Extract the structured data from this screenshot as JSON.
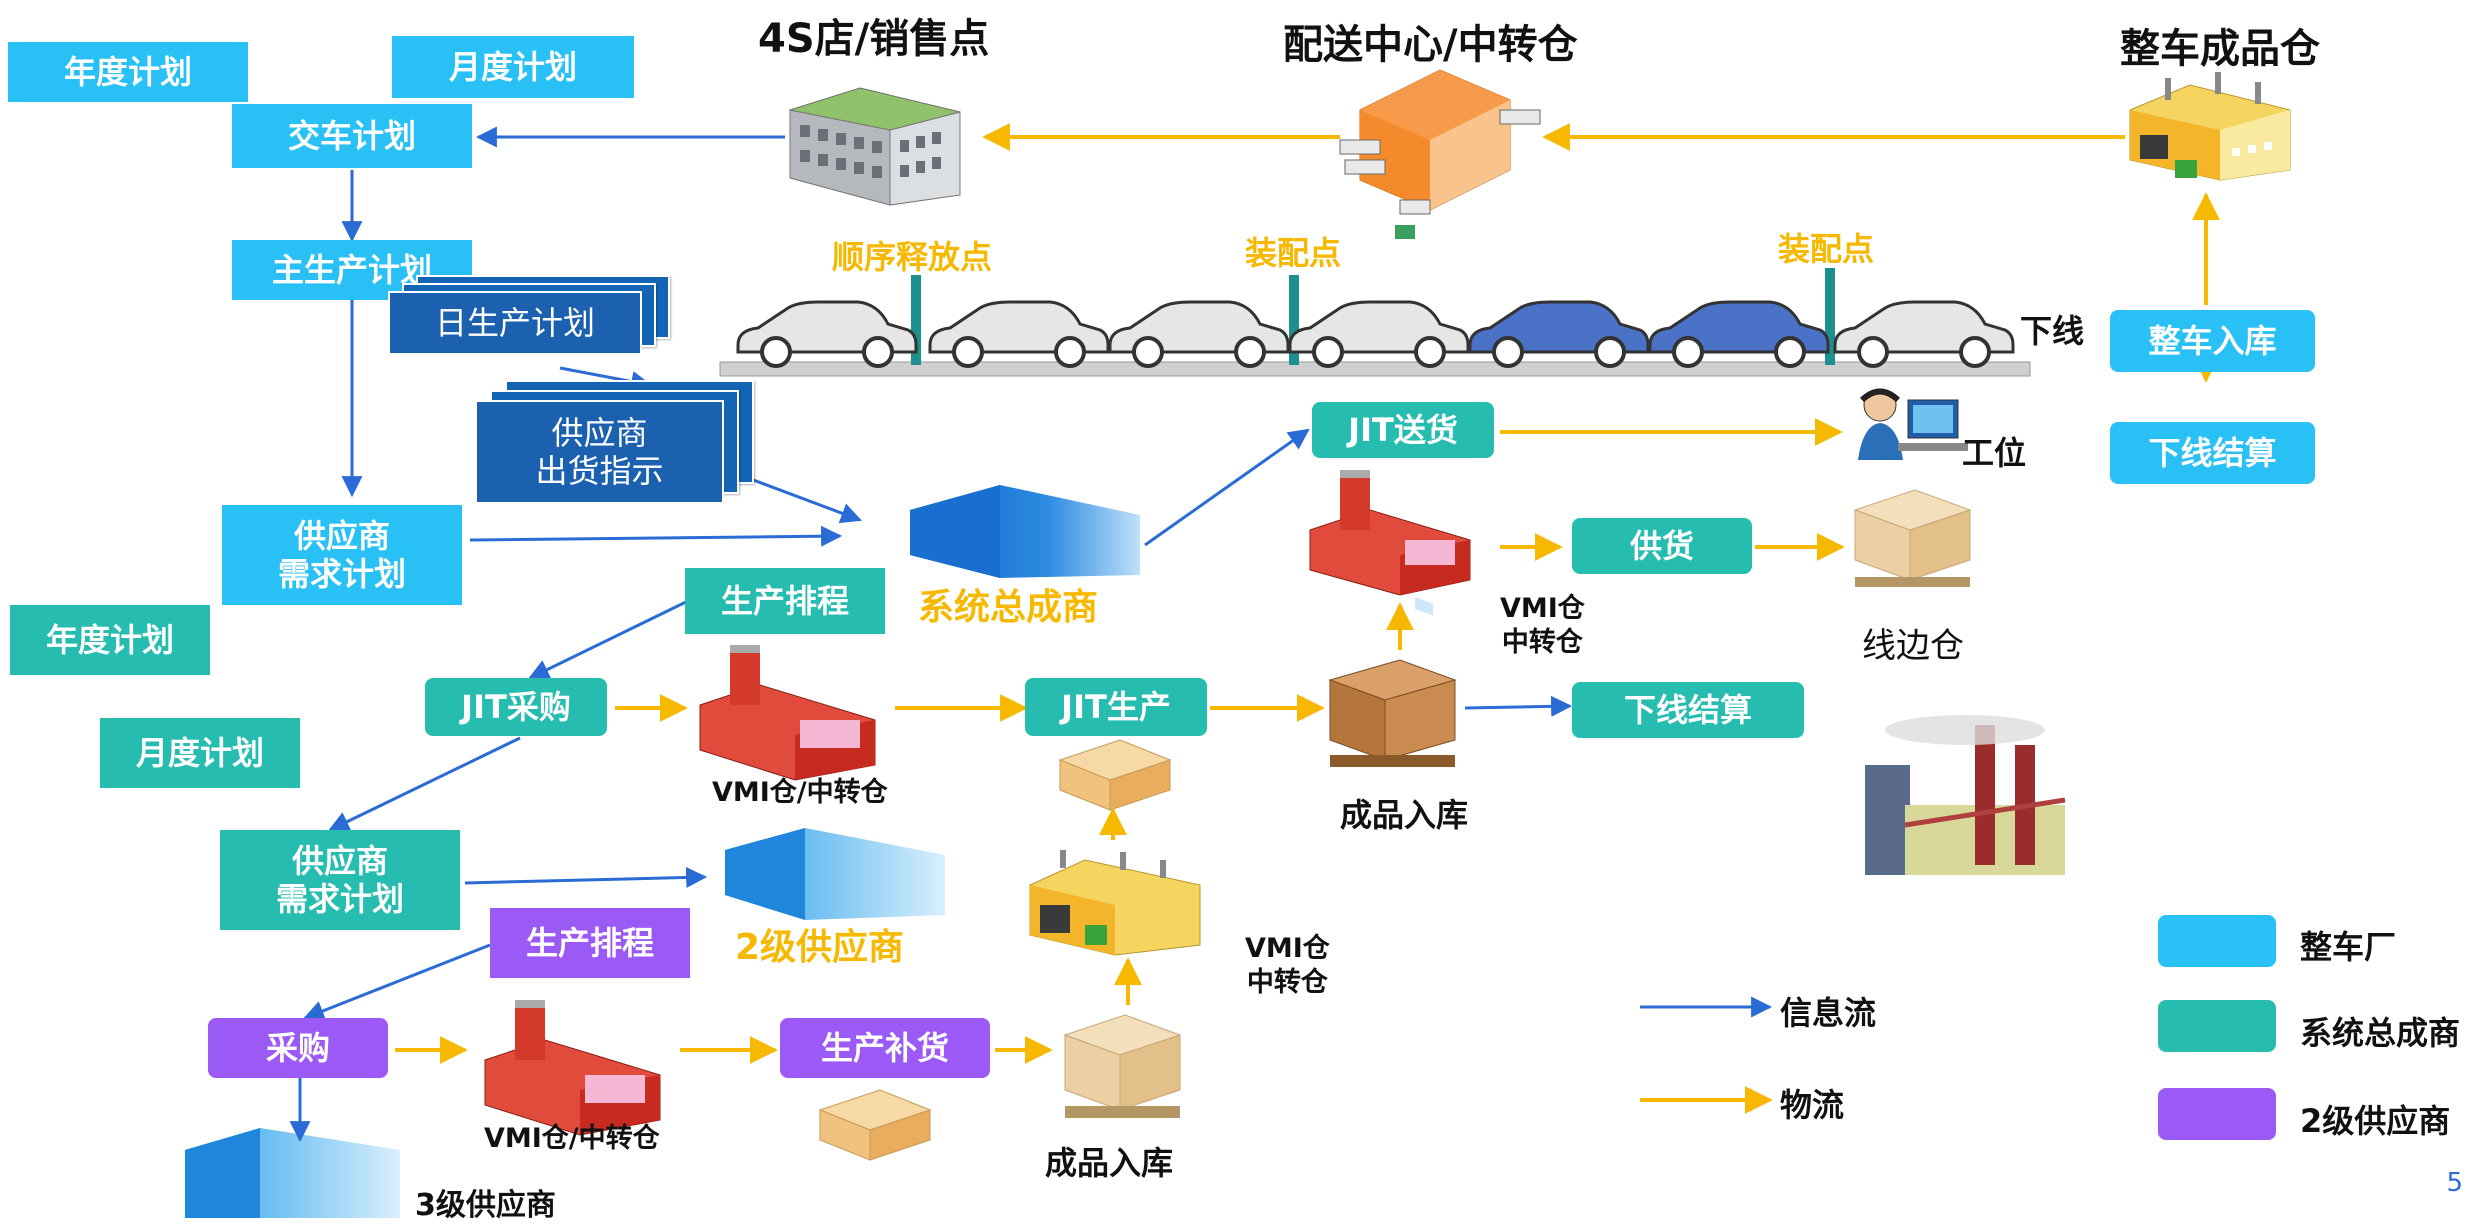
{
  "headers": {
    "dealer": "4S店/销售点",
    "distribution": "配送中心/中转仓",
    "finished_warehouse": "整车成品仓"
  },
  "oem_plans": {
    "annual": "年度计划",
    "monthly": "月度计划",
    "delivery": "交车计划",
    "master": "主生产计划",
    "daily": "日生产计划",
    "ship_instruction_line1": "供应商",
    "ship_instruction_line2": "出货指示",
    "supplier_demand_line1": "供应商",
    "supplier_demand_line2": "需求计划"
  },
  "line": {
    "release_point": "顺序释放点",
    "assembly_point_1": "装配点",
    "assembly_point_2": "装配点",
    "offline": "下线",
    "vehicle_inbound": "整车入库",
    "offline_settlement": "下线结算",
    "workstation": "工位"
  },
  "tier1": {
    "annual": "年度计划",
    "monthly": "月度计划",
    "scheduling": "生产排程",
    "jit_purchase": "JIT采购",
    "vmi": "VMI仓/中转仓",
    "jit_production": "JIT生产",
    "finished_inbound": "成品入库",
    "offline_settlement": "下线结算",
    "jit_delivery": "JIT送货",
    "supply": "供货",
    "vmi_transit_line1": "VMI仓",
    "vmi_transit_line2": "中转仓",
    "lineside": "线边仓",
    "integrator": "系统总成商",
    "supplier_demand_line1": "供应商",
    "supplier_demand_line2": "需求计划"
  },
  "tier2": {
    "name": "2级供应商",
    "scheduling": "生产排程",
    "purchase": "采购",
    "vmi": "VMI仓/中转仓",
    "replenish": "生产补货",
    "finished_inbound": "成品入库",
    "vmi_transit_line1": "VMI仓",
    "vmi_transit_line2": "中转仓"
  },
  "tier3": {
    "name": "3级供应商"
  },
  "legend": {
    "info_flow": "信息流",
    "material_flow": "物流",
    "oem": "整车厂",
    "integrator": "系统总成商",
    "tier2": "2级供应商"
  },
  "colors": {
    "oem_blue": "#29c0f5",
    "integrator_teal": "#26bdb0",
    "tier2_purple": "#9b59f5",
    "info_flow_arrow": "#2b6bd6",
    "material_flow_arrow": "#f6b800"
  },
  "page_number": "5"
}
